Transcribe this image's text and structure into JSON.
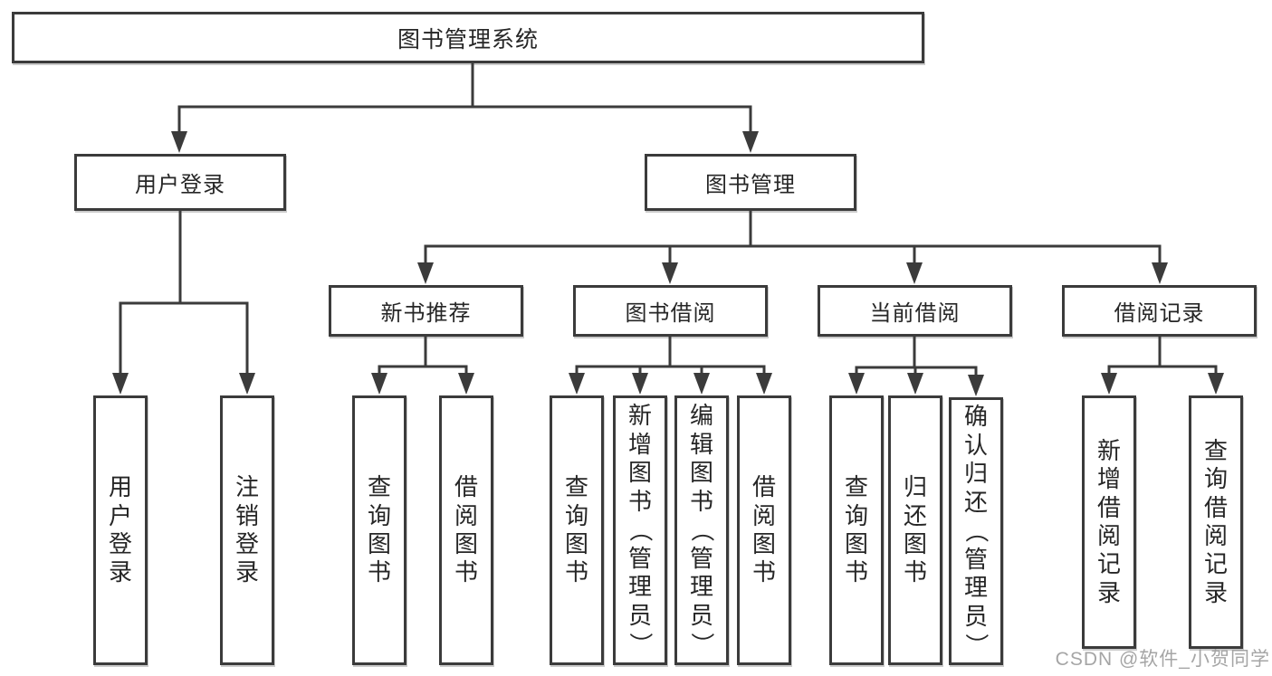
{
  "colors": {
    "line": "#3b3b3b",
    "border": "#3b3b3b",
    "text": "#262626",
    "watermark": "#9b9b9b",
    "background": "#ffffff"
  },
  "nodes": {
    "root": {
      "label": "图书管理系统"
    },
    "level2": [
      {
        "label": "用户登录"
      },
      {
        "label": "图书管理"
      }
    ],
    "level3": [
      {
        "label": "新书推荐"
      },
      {
        "label": "图书借阅"
      },
      {
        "label": "当前借阅"
      },
      {
        "label": "借阅记录"
      }
    ],
    "leaves": {
      "user_login": [
        "用户登录",
        "注销登录"
      ],
      "new_book_recommend": [
        "查询图书",
        "借阅图书"
      ],
      "book_borrow": [
        "查询图书",
        "新增图书（管理员）",
        "编辑图书（管理员）",
        "借阅图书"
      ],
      "current_borrow": [
        "查询图书",
        "归还图书",
        "确认归还（管理员）"
      ],
      "borrow_record": [
        "新增借阅记录",
        "查询借阅记录"
      ]
    }
  },
  "watermark": "CSDN @软件_小贺同学"
}
